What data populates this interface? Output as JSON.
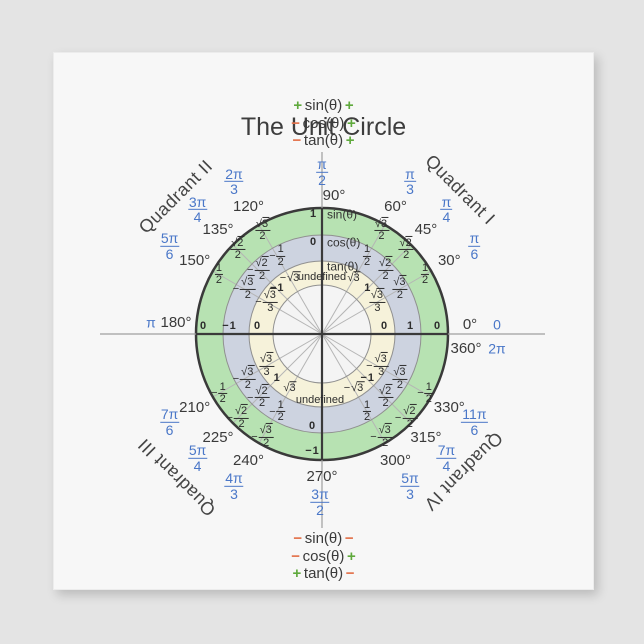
{
  "title": "The Unit Circle",
  "legend_top": {
    "rows": [
      {
        "left": "+",
        "func": "sin(θ)",
        "right": "+"
      },
      {
        "left": "−",
        "func": "cos(θ)",
        "right": "+"
      },
      {
        "left": "−",
        "func": "tan(θ)",
        "right": "+"
      }
    ]
  },
  "legend_bottom": {
    "rows": [
      {
        "left": "−",
        "func": "sin(θ)",
        "right": "−"
      },
      {
        "left": "−",
        "func": "cos(θ)",
        "right": "+"
      },
      {
        "left": "+",
        "func": "tan(θ)",
        "right": "−"
      }
    ]
  },
  "quadrants": [
    "Quadrant I",
    "Quadrant II",
    "Quadrant III",
    "Quadrant IV"
  ],
  "rings": {
    "sin_label": "sin(θ)",
    "cos_label": "cos(θ)",
    "tan_label": "tan(θ)",
    "undefined_label": "undefined"
  },
  "angles": [
    {
      "angle": 0,
      "deg": "0°",
      "rad": "0",
      "deg2": "360°",
      "rad2": "2π",
      "sin": "0",
      "cos": "1",
      "tan": "0"
    },
    {
      "angle": 30,
      "deg": "30°",
      "rad": "π/6",
      "sin": "1/2",
      "cos": "√3/2",
      "tan": "√3/3"
    },
    {
      "angle": 45,
      "deg": "45°",
      "rad": "π/4",
      "sin": "√2/2",
      "cos": "√2/2",
      "tan": "1"
    },
    {
      "angle": 60,
      "deg": "60°",
      "rad": "π/3",
      "sin": "√3/2",
      "cos": "1/2",
      "tan": "√3"
    },
    {
      "angle": 90,
      "deg": "90°",
      "rad": "π/2",
      "sin": "1",
      "cos": "0",
      "tan": "undefined"
    },
    {
      "angle": 120,
      "deg": "120°",
      "rad": "2π/3",
      "sin": "√3/2",
      "cos": "−1/2",
      "tan": "−√3"
    },
    {
      "angle": 135,
      "deg": "135°",
      "rad": "3π/4",
      "sin": "√2/2",
      "cos": "−√2/2",
      "tan": "−1"
    },
    {
      "angle": 150,
      "deg": "150°",
      "rad": "5π/6",
      "sin": "1/2",
      "cos": "−√3/2",
      "tan": "−√3/3"
    },
    {
      "angle": 180,
      "deg": "180°",
      "rad": "π",
      "sin": "0",
      "cos": "−1",
      "tan": "0"
    },
    {
      "angle": 210,
      "deg": "210°",
      "rad": "7π/6",
      "sin": "−1/2",
      "cos": "−√3/2",
      "tan": "√3/3"
    },
    {
      "angle": 225,
      "deg": "225°",
      "rad": "5π/4",
      "sin": "−√2/2",
      "cos": "−√2/2",
      "tan": "1"
    },
    {
      "angle": 240,
      "deg": "240°",
      "rad": "4π/3",
      "sin": "−√3/2",
      "cos": "−1/2",
      "tan": "√3"
    },
    {
      "angle": 270,
      "deg": "270°",
      "rad": "3π/2",
      "sin": "−1",
      "cos": "0",
      "tan": "undefined"
    },
    {
      "angle": 300,
      "deg": "300°",
      "rad": "5π/3",
      "sin": "−√3/2",
      "cos": "1/2",
      "tan": "−√3"
    },
    {
      "angle": 315,
      "deg": "315°",
      "rad": "7π/4",
      "sin": "−√2/2",
      "cos": "√2/2",
      "tan": "−1"
    },
    {
      "angle": 330,
      "deg": "330°",
      "rad": "11π/6",
      "sin": "−1/2",
      "cos": "√3/2",
      "tan": "−√3/3"
    }
  ],
  "colors": {
    "background": "#e4e4e4",
    "card": "#f7f7f7",
    "sin_ring": "#b7e2b2",
    "cos_ring": "#cdd3e0",
    "tan_ring": "#f6f2da",
    "inner_circle": "#f4f4f4",
    "outline": "#3a3a3a",
    "ring_divider": "#909090",
    "spoke": "#b5b5b5",
    "radian_blue": "#4a77c8",
    "plus_green": "#5fa93c",
    "minus_orange": "#e2714a",
    "text_dark": "#3a3a3a"
  }
}
